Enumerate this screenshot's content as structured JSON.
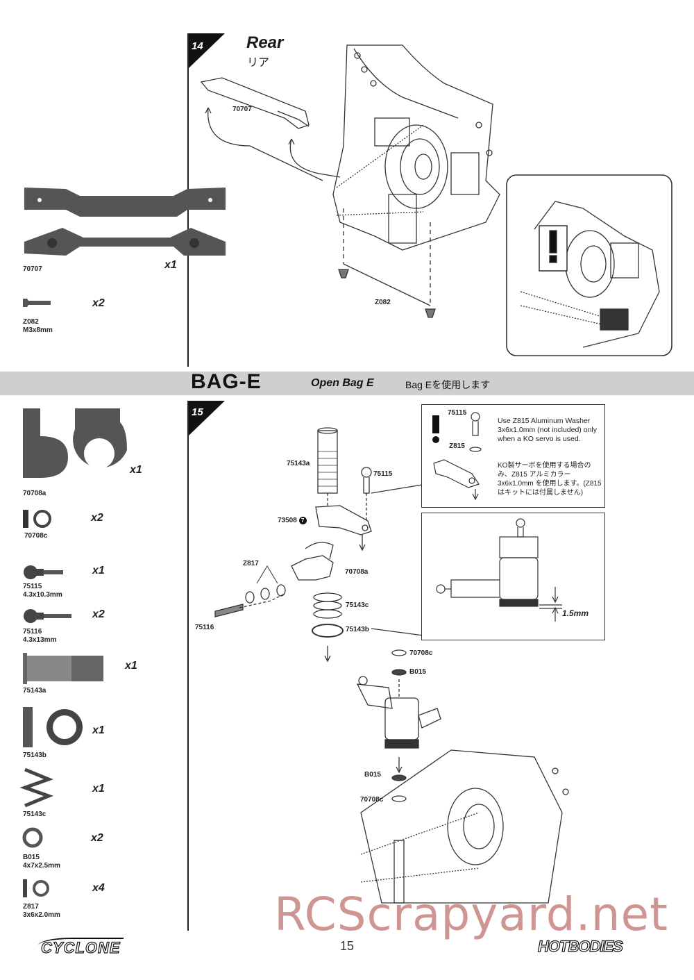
{
  "step14": {
    "number": "14",
    "title": "Rear",
    "title_jp": "リア",
    "callouts": {
      "part_top": "70707",
      "screw": "Z082"
    }
  },
  "parts14": [
    {
      "code": "70707",
      "desc": "",
      "qty": "x1"
    },
    {
      "code": "Z082",
      "desc": "M3x8mm",
      "qty": "x2"
    }
  ],
  "bag": {
    "title": "BAG-E",
    "open": "Open Bag E",
    "jp": "Bag Eを使用します"
  },
  "step15": {
    "number": "15",
    "callouts": {
      "c75143a": "75143a",
      "c75115": "75115",
      "c73508": "73508",
      "c73508_badge": "7",
      "cZ817": "Z817",
      "c70708a": "70708a",
      "c75143c": "75143c",
      "c75116": "75116",
      "c75143b": "75143b",
      "c70708c_top": "70708c",
      "cB015_top": "B015",
      "cB015_bot": "B015",
      "c70708c_bot": "70708c"
    },
    "note": {
      "c75115": "75115",
      "cZ815": "Z815",
      "en": "Use Z815 Aluminum Washer 3x6x1.0mm (not included) only when a KO servo is used.",
      "jp": "KO製サーボを使用する場合のみ、Z815 アルミカラー3x6x1.0mm を使用します。(Z815はキットには付属しません)"
    },
    "gap_label": "1.5mm"
  },
  "parts15": [
    {
      "code": "70708a",
      "desc": "",
      "qty": "x1"
    },
    {
      "code": "70708c",
      "desc": "",
      "qty": "x2"
    },
    {
      "code": "75115",
      "desc": "4.3x10.3mm",
      "qty": "x1"
    },
    {
      "code": "75116",
      "desc": "4.3x13mm",
      "qty": "x2"
    },
    {
      "code": "75143a",
      "desc": "",
      "qty": "x1"
    },
    {
      "code": "75143b",
      "desc": "",
      "qty": "x1"
    },
    {
      "code": "75143c",
      "desc": "",
      "qty": "x1"
    },
    {
      "code": "B015",
      "desc": "4x7x2.5mm",
      "qty": "x2"
    },
    {
      "code": "Z817",
      "desc": "3x6x2.0mm",
      "qty": "x4"
    }
  ],
  "footer": {
    "page": "15",
    "logo_left": "CYCLONE",
    "logo_right": "HOTBODIES",
    "watermark": "RCScrapyard.net"
  },
  "colors": {
    "bag_bar": "#cfcfcf",
    "watermark": "#c98a88",
    "step_tab": "#111111"
  }
}
